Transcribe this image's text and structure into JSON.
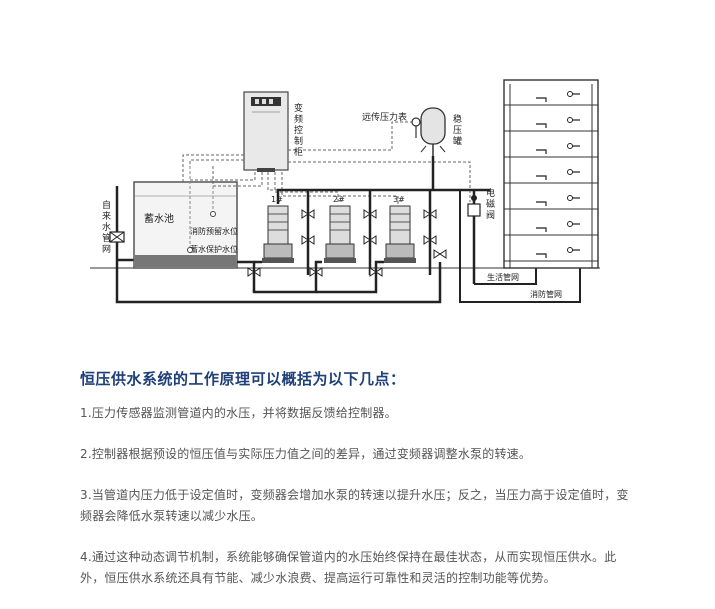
{
  "diagram": {
    "tap_water_inlet_label": "自来水管网",
    "tank_label": "蓄水池",
    "fire_reserve_level_label": "消防预留水位",
    "tank_protection_level_label": "蓄水保护水位",
    "vfd_cabinet_label": "变频控制柜",
    "pressure_transmitter_label": "远传压力表",
    "pressure_tank_label": "稳压罐",
    "solenoid_valve_label": "电磁阀",
    "living_pipe_label": "生活管网",
    "fire_pipe_label": "消防管网",
    "pumps": [
      {
        "label": "1#"
      },
      {
        "label": "2#"
      },
      {
        "label": "3#"
      }
    ]
  },
  "content": {
    "heading": "恒压供水系统的工作原理可以概括为以下几点：",
    "paragraphs": [
      "1.压力传感器监测管道内的水压，并将数据反馈给控制器。",
      "2.控制器根据预设的恒压值与实际压力值之间的差异，通过变频器调整水泵的转速。",
      "3.当管道内压力低于设定值时，变频器会增加水泵的转速以提升水压；反之，当压力高于设定值时，变频器会降低水泵转速以减少水压。",
      "4.通过这种动态调节机制，系统能够确保管道内的水压始终保持在最佳状态，从而实现恒压供水。此外，恒压供水系统还具有节能、减少水浪费、提高运行可靠性和灵活的控制功能等优势。"
    ]
  }
}
